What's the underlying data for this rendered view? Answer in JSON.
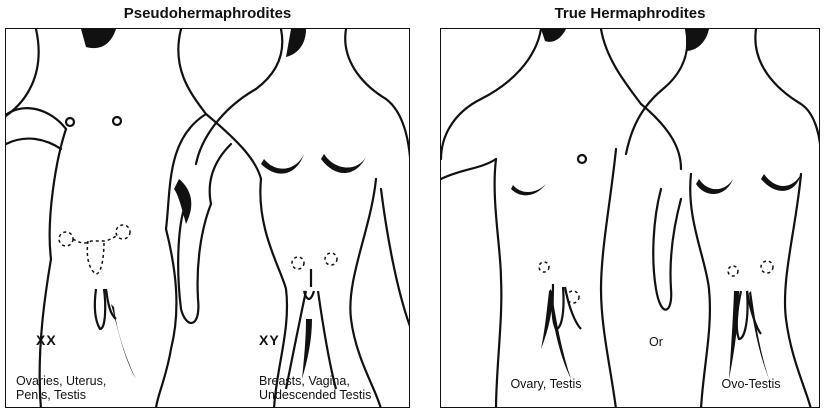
{
  "panels": {
    "left": {
      "title": "Pseudohermaphrodites",
      "figure_a": {
        "karyotype": "XX",
        "caption_line1": "Ovaries, Uterus,",
        "caption_line2": "Penis, Testis"
      },
      "figure_b": {
        "karyotype": "XY",
        "caption_line1": "Breasts, Vagina,",
        "caption_line2": "Undescended Testis"
      }
    },
    "right": {
      "title": "True Hermaphrodites",
      "figure_a": {
        "caption": "Ovary, Testis"
      },
      "separator": "Or",
      "figure_b": {
        "caption": "Ovo-Testis"
      }
    }
  },
  "colors": {
    "line": "#111111",
    "fill": "#111111",
    "background": "#ffffff"
  }
}
